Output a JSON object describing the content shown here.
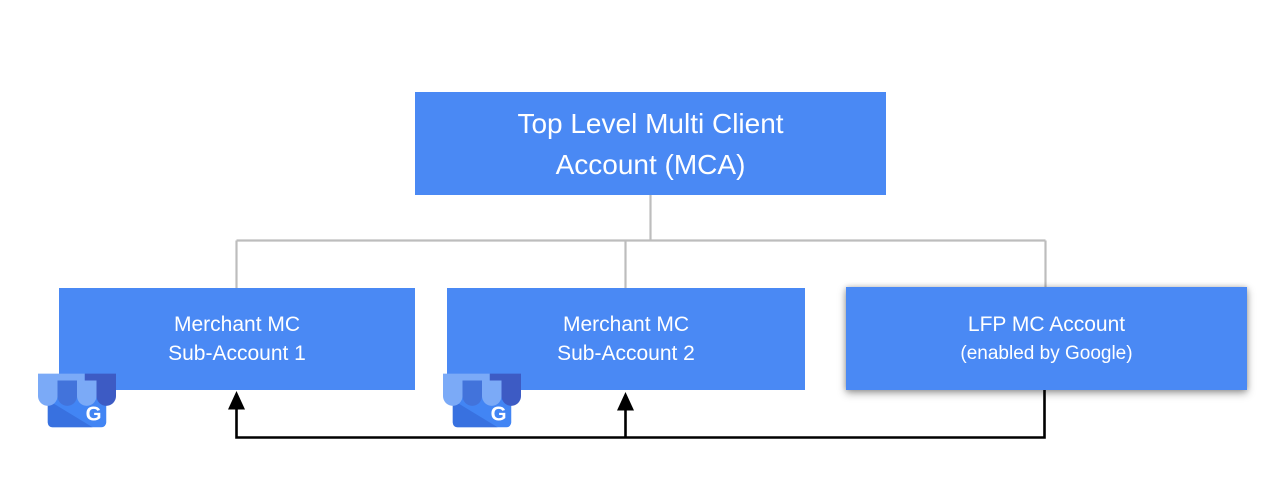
{
  "diagram": {
    "type": "hierarchy",
    "background": "#ffffff"
  },
  "colors": {
    "node_fill": "#4a89f4",
    "node_text": "#ffffff",
    "connector_gray": "#bdbdbd",
    "connector_black": "#000000"
  },
  "nodes": {
    "mca": {
      "line1": "Top Level Multi Client",
      "line2": "Account (MCA)"
    },
    "sub1": {
      "line1": "Merchant MC",
      "line2": "Sub-Account 1"
    },
    "sub2": {
      "line1": "Merchant MC",
      "line2": "Sub-Account 2"
    },
    "lfp": {
      "line1": "LFP MC Account",
      "line2": "(enabled by Google)"
    }
  },
  "icons": {
    "badge_name": "google-my-business-icon",
    "letter": "G",
    "colors": {
      "awning_light": "#7baaf7",
      "awning_medium": "#4273db",
      "awning_dark": "#3d5bc4",
      "body": "#4285f4",
      "shadow": "#3367d6",
      "letter": "#ffffff"
    }
  }
}
